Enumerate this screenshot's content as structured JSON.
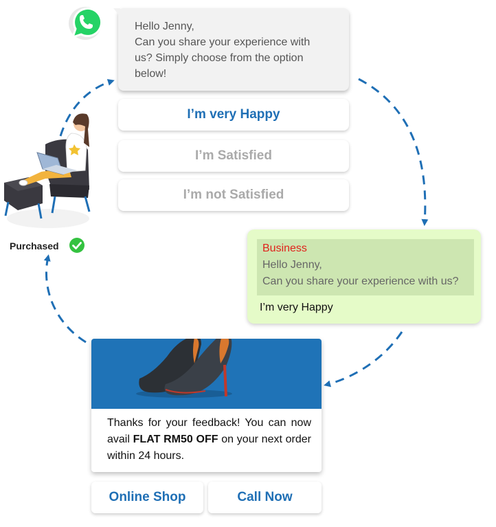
{
  "chat": {
    "question_lines": [
      "Hello Jenny,",
      "Can you share your experience with",
      "us? Simply choose from the option",
      "below!"
    ],
    "options": [
      "I’m very Happy",
      "I’m Satisfied",
      "I’m not Satisfied"
    ]
  },
  "purchase": {
    "label": "Purchased"
  },
  "reply": {
    "sender": "Business",
    "quote_lines": [
      "Hello Jenny,",
      "Can you share your experience with us?"
    ],
    "answer": "I’m very Happy"
  },
  "offer": {
    "text_before": "Thanks for your feedback! You can now avail ",
    "highlight": "FLAT RM50 OFF",
    "text_after": " on your next order within 24 hours."
  },
  "actions": {
    "shop_label": "Online Shop",
    "call_label": "Call Now"
  },
  "colors": {
    "accent_blue": "#1f6fb5",
    "banner_blue": "#1f73b7",
    "whatsapp_green": "#25d366",
    "reply_bg": "#e5fbc8",
    "sender_red": "#e0221c"
  },
  "icons": [
    "whatsapp-icon",
    "check-icon",
    "person-on-laptop-illustration",
    "high-heels-illustration"
  ]
}
